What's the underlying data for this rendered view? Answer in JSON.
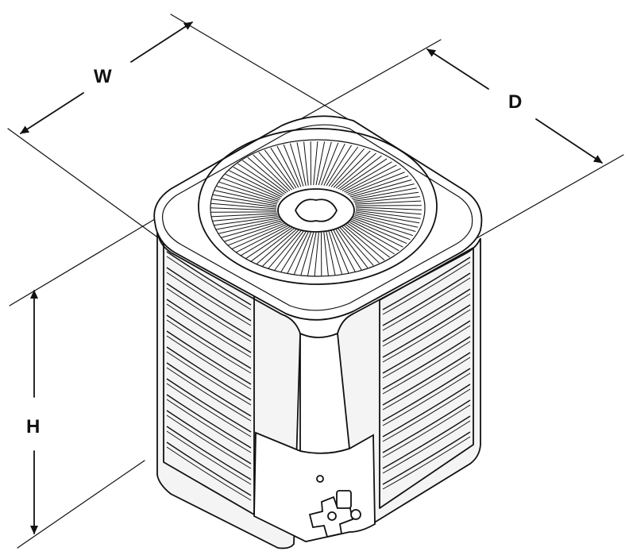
{
  "dimensions": {
    "width_label": "W",
    "depth_label": "D",
    "height_label": "H"
  },
  "colors": {
    "line": "#111111",
    "background": "#ffffff"
  }
}
